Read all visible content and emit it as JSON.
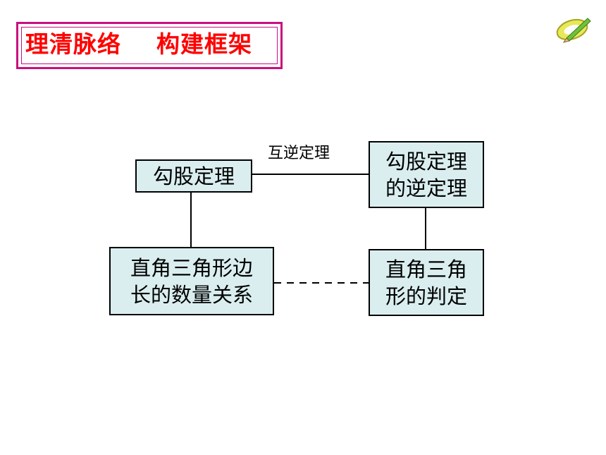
{
  "title": "理清脉络    构建框架",
  "nodes": {
    "pythagorean_theorem": "勾股定理",
    "converse_theorem": [
      "勾股定理",
      "的逆定理"
    ],
    "side_relation": [
      "直角三角形边",
      "长的数量关系"
    ],
    "right_triangle_test": [
      "直角三角",
      "形的判定"
    ]
  },
  "edges": {
    "mutual_inverse_label": "互逆定理"
  },
  "icons": {
    "top_right": "pencil-icon"
  },
  "colors": {
    "title_text": "#ff0000",
    "title_border": "#c8107e",
    "node_fill": "#daeef0"
  }
}
